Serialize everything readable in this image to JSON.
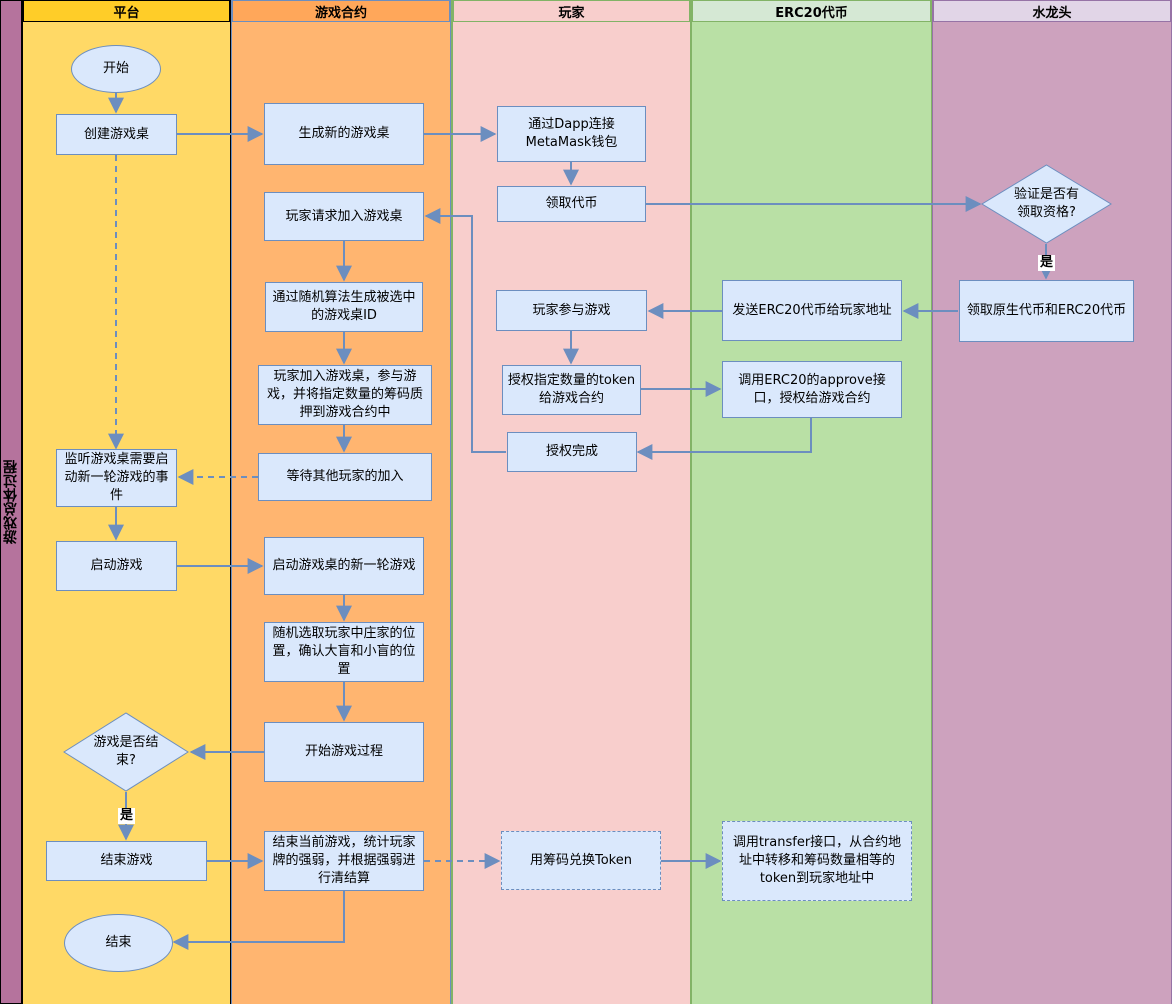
{
  "pool": {
    "title": "游戏总体过程",
    "color": "#b5739d"
  },
  "lanes": {
    "platform": {
      "title": "平台",
      "head_color": "#ffcd28",
      "body_color": "#ffd966",
      "border": "#000000"
    },
    "contract": {
      "title": "游戏合约",
      "head_color": "#ffa75a",
      "body_color": "#ffb570",
      "border": "#b87333"
    },
    "player": {
      "title": "玩家",
      "head_color": "#f8cecc",
      "body_color": "#f8cecc",
      "border": "#82b366"
    },
    "erc20": {
      "title": "ERC20代币",
      "head_color": "#d5e8d4",
      "body_color": "#b9e0a5",
      "border": "#82b366"
    },
    "faucet": {
      "title": "水龙头",
      "head_color": "#e1d5e7",
      "body_color": "#cda2be",
      "border": "#9673a6"
    }
  },
  "nodes": {
    "start": "开始",
    "create_table": "创建游戏桌",
    "listen_event": "监听游戏桌需要启动新一轮游戏的事件",
    "launch_game": "启动游戏",
    "game_over_q": "游戏是否结束?",
    "end_game": "结束游戏",
    "end": "结束",
    "gen_table": "生成新的游戏桌",
    "join_request": "玩家请求加入游戏桌",
    "random_table": "通过随机算法生成被选中的游戏桌ID",
    "join_pledge": "玩家加入游戏桌，参与游戏，并将指定数量的筹码质押到游戏合约中",
    "wait_others": "等待其他玩家的加入",
    "start_round": "启动游戏桌的新一轮游戏",
    "pick_dealer": "随机选取玩家中庄家的位置，确认大盲和小盲的位置",
    "start_process": "开始游戏过程",
    "settle": "结束当前游戏，统计玩家牌的强弱，并根据强弱进行清结算",
    "connect_wallet": "通过Dapp连接MetaMask钱包",
    "claim_token": "领取代币",
    "player_join": "玩家参与游戏",
    "approve_amount": "授权指定数量的token给游戏合约",
    "approve_done": "授权完成",
    "exchange": "用筹码兑换Token",
    "send_erc20": "发送ERC20代币给玩家地址",
    "call_approve": "调用ERC20的approve接口，授权给游戏合约",
    "call_transfer": "调用transfer接口，从合约地址中转移和筹码数量相等的token到玩家地址中",
    "verify_q": "验证是否有领取资格?",
    "claim_native": "领取原生代币和ERC20代币"
  },
  "edge_labels": {
    "yes_faucet": "是",
    "yes_end": "是"
  },
  "colors": {
    "node_fill": "#dae8fc",
    "node_stroke": "#6c8ebf",
    "edge": "#6c8ebf"
  }
}
